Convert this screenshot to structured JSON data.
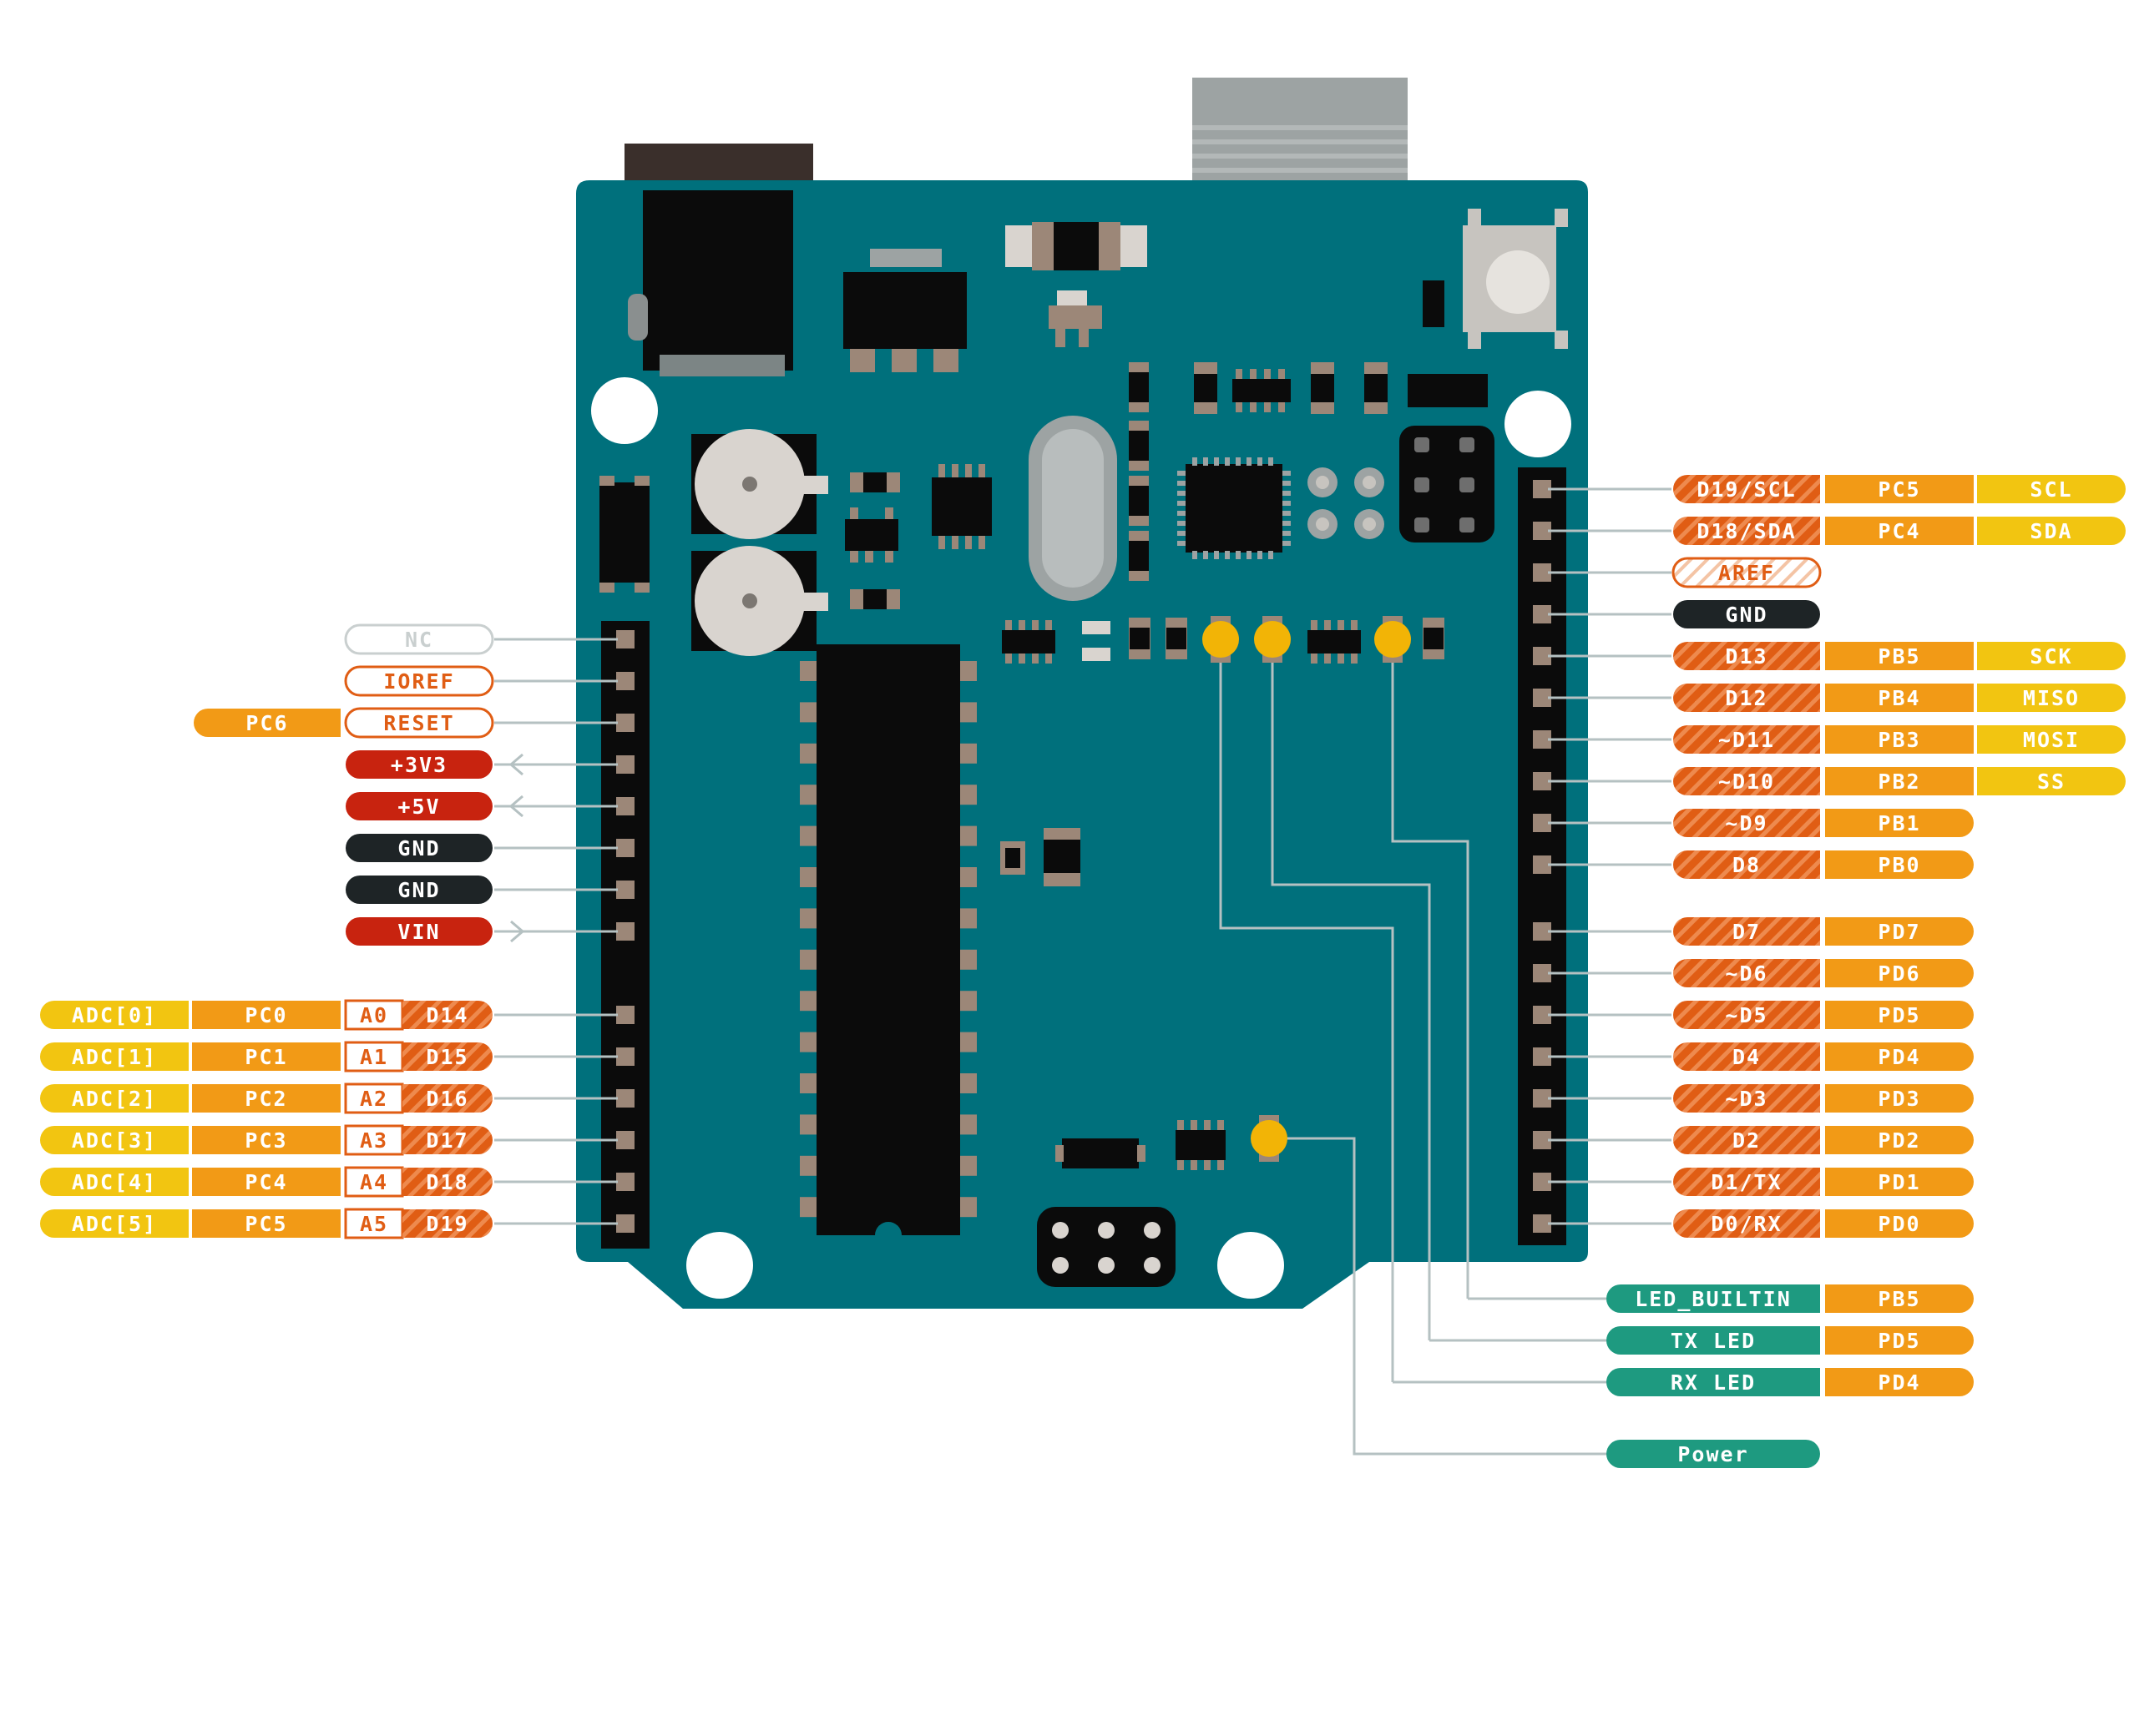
{
  "colors": {
    "board": "#00707C",
    "board_edge": "#005E69",
    "pin_black": "#1A1A1A",
    "pin_pad": "#9C8778",
    "label_yellow": "#F2C511",
    "label_orange": "#F29A16",
    "label_red_orange": "#E05D14",
    "label_power_red": "#C8230F",
    "label_ground": "#1E2426",
    "label_teal": "#1E9A80",
    "label_outline": "#E05D14",
    "label_nc": "#C9CFCF",
    "led_yellow": "#F2B406",
    "leader_line": "#B5C1C2"
  },
  "left_pins": [
    {
      "pin": "NC",
      "style": "nc"
    },
    {
      "pin": "IOREF",
      "style": "outline"
    },
    {
      "pin": "RESET",
      "style": "outline",
      "port": "PC6"
    },
    {
      "pin": "+3V3",
      "style": "power",
      "arrow": "in"
    },
    {
      "pin": "+5V",
      "style": "power",
      "arrow": "in"
    },
    {
      "pin": "GND",
      "style": "ground"
    },
    {
      "pin": "GND",
      "style": "ground"
    },
    {
      "pin": "VIN",
      "style": "power",
      "arrow": "out"
    }
  ],
  "analog_pins": [
    {
      "analog": "A0",
      "digital": "D14",
      "port": "PC0",
      "adc": "ADC[0]"
    },
    {
      "analog": "A1",
      "digital": "D15",
      "port": "PC1",
      "adc": "ADC[1]"
    },
    {
      "analog": "A2",
      "digital": "D16",
      "port": "PC2",
      "adc": "ADC[2]"
    },
    {
      "analog": "A3",
      "digital": "D17",
      "port": "PC3",
      "adc": "ADC[3]"
    },
    {
      "analog": "A4",
      "digital": "D18",
      "port": "PC4",
      "adc": "ADC[4]"
    },
    {
      "analog": "A5",
      "digital": "D19",
      "port": "PC5",
      "adc": "ADC[5]"
    }
  ],
  "right_pins": [
    {
      "pin": "D19/SCL",
      "style": "digital",
      "port": "PC5",
      "func": "SCL"
    },
    {
      "pin": "D18/SDA",
      "style": "digital",
      "port": "PC4",
      "func": "SDA"
    },
    {
      "pin": "AREF",
      "style": "aref"
    },
    {
      "pin": "GND",
      "style": "ground"
    },
    {
      "pin": "D13",
      "style": "digital",
      "port": "PB5",
      "func": "SCK"
    },
    {
      "pin": "D12",
      "style": "digital",
      "port": "PB4",
      "func": "MISO"
    },
    {
      "pin": "~D11",
      "style": "digital",
      "port": "PB3",
      "func": "MOSI"
    },
    {
      "pin": "~D10",
      "style": "digital",
      "port": "PB2",
      "func": "SS"
    },
    {
      "pin": "~D9",
      "style": "digital",
      "port": "PB1"
    },
    {
      "pin": "D8",
      "style": "digital",
      "port": "PB0"
    },
    {
      "pin": "D7",
      "style": "digital",
      "port": "PD7"
    },
    {
      "pin": "~D6",
      "style": "digital",
      "port": "PD6"
    },
    {
      "pin": "~D5",
      "style": "digital",
      "port": "PD5"
    },
    {
      "pin": "D4",
      "style": "digital",
      "port": "PD4"
    },
    {
      "pin": "~D3",
      "style": "digital",
      "port": "PD3"
    },
    {
      "pin": "D2",
      "style": "digital",
      "port": "PD2"
    },
    {
      "pin": "D1/TX",
      "style": "digital",
      "port": "PD1"
    },
    {
      "pin": "D0/RX",
      "style": "digital",
      "port": "PD0"
    }
  ],
  "leds": [
    {
      "label": "LED_BUILTIN",
      "port": "PB5"
    },
    {
      "label": "TX LED",
      "port": "PD5"
    },
    {
      "label": "RX LED",
      "port": "PD4"
    },
    {
      "label": "Power"
    }
  ]
}
